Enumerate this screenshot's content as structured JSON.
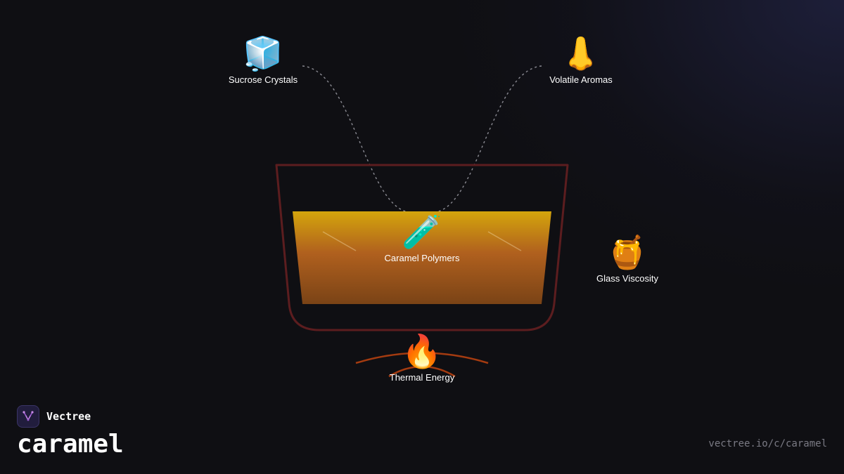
{
  "diagram": {
    "nodes": {
      "sucrose": {
        "icon": "🧊",
        "icon_name": "ice-cube-icon",
        "label": "Sucrose Crystals"
      },
      "aromas": {
        "icon": "👃",
        "icon_name": "nose-icon",
        "label": "Volatile Aromas"
      },
      "polymers": {
        "icon": "🧪",
        "icon_name": "test-tube-icon",
        "label": "Caramel Polymers"
      },
      "viscosity": {
        "icon": "🍯",
        "icon_name": "honey-pot-icon",
        "label": "Glass Viscosity"
      },
      "thermal": {
        "icon": "🔥",
        "icon_name": "fire-icon",
        "label": "Thermal Energy"
      }
    },
    "colors": {
      "pot_outline": "#5c1d1f",
      "caramel_top": "#d4a50c",
      "caramel_mid": "#b0601e",
      "caramel_bottom": "#7a4316",
      "heat_arc": "#a43b10",
      "connector": "#8a8a92"
    }
  },
  "brand": {
    "name": "Vectree",
    "logo_icon": "vectree-logo-icon"
  },
  "topic": {
    "title": "caramel"
  },
  "footer": {
    "url": "vectree.io/c/caramel"
  }
}
